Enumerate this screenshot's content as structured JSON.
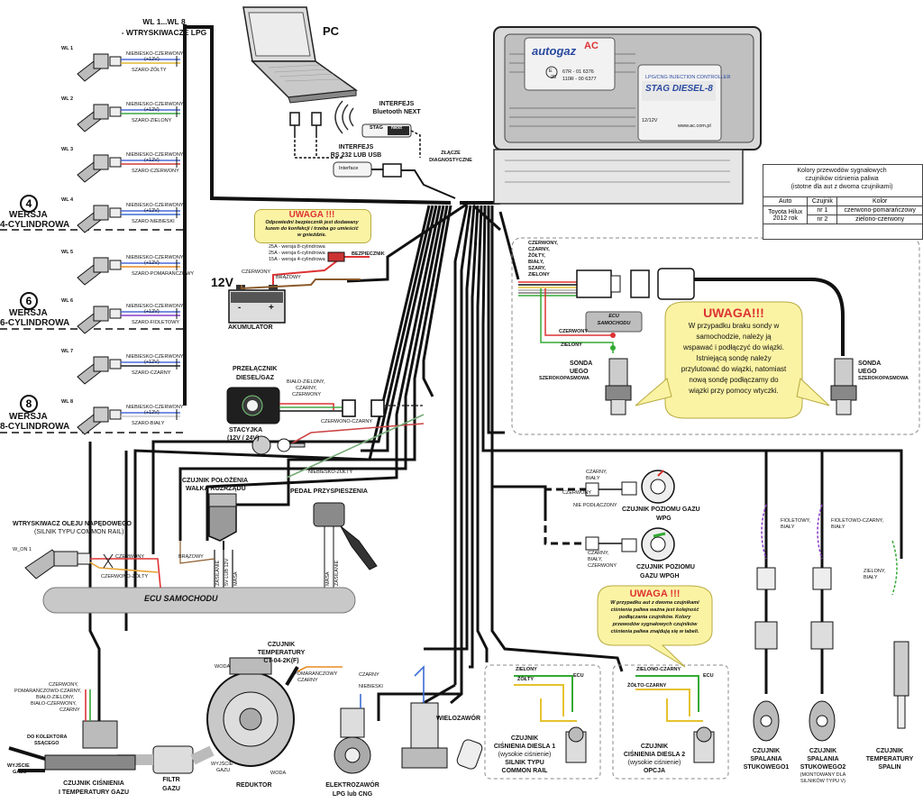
{
  "top": {
    "wl_title": "WL 1...WL 8",
    "wl_subtitle": "- WTRYSKIWACZE LPG",
    "pc": "PC",
    "interfejs_bt_1": "INTERFEJS",
    "interfejs_bt_2": "Bluetooth NEXT",
    "interfejs_rs_1": "INTERFEJS",
    "interfejs_rs_2": "RS 232 LUB USB",
    "zlacze_1": "ZŁĄCZE",
    "zlacze_2": "DIAGNOSTYCZNE"
  },
  "injectors": [
    {
      "label": "WL 1",
      "wire1": "NIEBIESKO-CZERWONY",
      "wire1b": "(+12V)",
      "wire2": "SZARO-ŻÓŁTY",
      "color": "#e0b830"
    },
    {
      "label": "WL 2",
      "wire1": "NIEBIESKO-CZERWONY",
      "wire1b": "(+12V)",
      "wire2": "SZARO-ZIELONY",
      "color": "#3aa545"
    },
    {
      "label": "WL 3",
      "wire1": "NIEBIESKO-CZERWONY",
      "wire1b": "(+12V)",
      "wire2": "SZARO-CZERWONY",
      "color": "#d23a3a"
    },
    {
      "label": "WL 4",
      "wire1": "NIEBIESKO-CZERWONY",
      "wire1b": "(+12V)",
      "wire2": "SZARO-NIEBIESKI",
      "color": "#3a6ed2"
    },
    {
      "label": "WL 5",
      "wire1": "NIEBIESKO-CZERWONY",
      "wire1b": "(+12V)",
      "wire2": "SZARO-POMARAŃCZOWY",
      "color": "#e88a20"
    },
    {
      "label": "WL 6",
      "wire1": "NIEBIESKO-CZERWONY",
      "wire1b": "(+12V)",
      "wire2": "SZARO-FIOLETOWY",
      "color": "#8a3ac8"
    },
    {
      "label": "WL 7",
      "wire1": "NIEBIESKO-CZERWONY",
      "wire1b": "(+12V)",
      "wire2": "SZARO-CZARNY",
      "color": "#222222"
    },
    {
      "label": "WL 8",
      "wire1": "NIEBIESKO-CZERWONY",
      "wire1b": "(+12V)",
      "wire2": "SZARO-BIAŁY",
      "color": "#cccccc"
    }
  ],
  "versions": [
    {
      "num": "4",
      "line1": "WERSJA",
      "line2": "4-CYLINDROWA"
    },
    {
      "num": "6",
      "line1": "WERSJA",
      "line2": "6-CYLINDROWA"
    },
    {
      "num": "8",
      "line1": "WERSJA",
      "line2": "8-CYLINDROWA"
    }
  ],
  "controller": {
    "brand": "autogaz",
    "brand_suffix": "AC",
    "cert1": "67R - 01 6376",
    "cert2": "110R - 00 6377",
    "e_mark": "E",
    "e_num": "20",
    "line_small": "LPG/CNG INJECTION CONTROLLER",
    "model": "STAG DIESEL-8",
    "volt": "12/12V",
    "url": "www.ac.com.pl",
    "next_label": "Next",
    "stag_label": "STAG",
    "rs_label": "Interface"
  },
  "colors_table": {
    "title1": "Kolory przewodów sygnałowych",
    "title2": "czujników ciśnienia paliwa",
    "title3": "(istotne dla aut z dwoma czujnikami)",
    "h_auto": "Auto",
    "h_czujnik": "Czujnik",
    "h_kolor": "Kolor",
    "car1": "Toyota Hilux",
    "car2": "2012 rok",
    "r1_sensor": "nr 1",
    "r1_color": "czerwono-pomarańczowy",
    "r2_sensor": "nr 2",
    "r2_color": "zielono-czerwony"
  },
  "uwaga1": {
    "title": "UWAGA !!!",
    "l1": "Odpowiedni bezpiecznik jest dodawany",
    "l2": "luzem do konfekcji i trzeba go umieścić",
    "l3": "w gnieździe."
  },
  "fuse": {
    "l1": "25A - wersja 8-cylindrowa",
    "l2": "25A - wersja 6-cylindrowa",
    "l3": "15A - wersja 4-cylindrowa",
    "bezpiecznik": "BEZPIECZNIK",
    "czerwony": "CZERWONY",
    "brazowy": "BRĄZOWY"
  },
  "battery": {
    "volt": "12V",
    "label": "AKUMULATOR",
    "minus": "-",
    "plus": "+"
  },
  "probe_box": {
    "wires1": "CZERWONY,",
    "wires2": "CZARNY,",
    "wires3": "ŻÓŁTY,",
    "wires4": "BIAŁY,",
    "wires5": "SZARY,",
    "wires6": "ZIELONY",
    "ecu1": "ECU",
    "ecu2": "SAMOCHODU",
    "czerwony": "CZERWONY",
    "zielony": "ZIELONY",
    "sonda1": "SONDA",
    "sonda2": "UEGO",
    "sonda3": "SZEROKOPASMOWA",
    "sondaR1": "SONDA",
    "sondaR2": "UEGO",
    "sondaR3": "SZEROKOPASMOWA"
  },
  "uwaga2": {
    "title": "UWAGA!!!",
    "l1": "W przypadku braku sondy w",
    "l2": "samochodzie, należy ją",
    "l3": "wspawać i podłączyć do wiązki.",
    "l4": "Istniejącą sondę należy",
    "l5": "przylutować do wiązki, natomiast",
    "l6": "nową sondę podłączamy do",
    "l7": "wiązki przy pomocy wtyczki."
  },
  "switch": {
    "title1": "PRZEŁĄCZNIK",
    "title2": "DIESEL/GAZ",
    "wires1": "BIAŁO-ZIELONY,",
    "wires2": "CZARNY,",
    "wires3": "CZERWONY",
    "stacyjka1": "STACYJKA",
    "stacyjka2": "(12V / 24V)",
    "czerwono_czarny": "CZERWONO-CZARNY",
    "niebiesko_zolty": "NIEBIESKO-ŻÓŁTY"
  },
  "camshaft": {
    "l1": "CZUJNIK POŁOŻENIA",
    "l2": "WAŁKA ROZRZĄDU",
    "brazowy": "BRĄZOWY",
    "zasilanie": "ZASILANIE",
    "svlub": "5V LUB 12V",
    "masa": "MASA"
  },
  "pedal": {
    "label": "PEDAŁ PRZYSPIESZENIA",
    "masa": "MASA",
    "zasilanie": "ZASILANIE"
  },
  "oil_injector": {
    "l1": "WTRYSKIWACZ OLEJU NAPĘDOWEGO",
    "l2": "(SILNIK TYPU COMMON RAIL)",
    "won": "W_ON 1",
    "czerwony": "CZERWONY",
    "czerwono_zolty": "CZERWONO-ŻÓŁTY"
  },
  "ecu_samochodu": "ECU SAMOCHODU",
  "level": {
    "czarny_bialy1": "CZARNY,",
    "czarny_bialy2": "BIAŁY",
    "czerwony": "CZERWONY",
    "nie": "NIE PODŁĄCZONY",
    "wpg1": "CZUJNIK POZIOMU GAZU",
    "wpg2": "WPG",
    "cz3a": "CZARNY,",
    "cz3b": "BIAŁY,",
    "cz3c": "CZERWONY",
    "wpgh1": "CZUJNIK POZIOMU",
    "wpgh2": "GAZU WPGH"
  },
  "uwaga3": {
    "title": "UWAGA !!!",
    "l1": "W przypadku aut z dwoma czujnikami",
    "l2": "ciśnienia paliwa ważna jest kolejność",
    "l3": "podłączania czujników. Kolory",
    "l4": "przewodów sygnałowych czujników",
    "l5": "ciśnienia paliwa znajdują się w tabeli."
  },
  "knock": {
    "fc1": "FIOLETOWY,",
    "fc2": "BIAŁY",
    "fc3": "FIOLETOWO-CZARNY,",
    "fc4": "BIAŁY",
    "zb1": "ZIELONY,",
    "zb2": "BIAŁY",
    "k1a": "CZUJNIK",
    "k1b": "SPALANIA",
    "k1c": "STUKOWEGO1",
    "k2a": "CZUJNIK",
    "k2b": "SPALANIA",
    "k2c": "STUKOWEGO2",
    "k2d": "(MONTOWANY DLA",
    "k2e": "SILNIKÓW TYPU V)",
    "t1": "CZUJNIK",
    "t2": "TEMPERATURY",
    "t3": "SPALIN"
  },
  "diesel_press": {
    "zielony": "ZIELONY",
    "zolty": "ŻÓŁTY",
    "ecu": "ECU",
    "l1": "CZUJNIK",
    "l2": "CIŚNIENIA DIESLA 1",
    "l3": "(wysokie ciśnienie)",
    "l4": "SILNIK TYPU",
    "l5": "COMMON RAIL",
    "zc": "ZIELONO-CZARNY",
    "zc2": "ŻÓŁTO-CZARNY",
    "ecu2": "ECU",
    "m1": "CZUJNIK",
    "m2": "CIŚNIENIA DIESLA 2",
    "m3": "(wysokie ciśnienie)",
    "m4": "OPCJA"
  },
  "bottom": {
    "temp1": "CZUJNIK",
    "temp2": "TEMPERATURY",
    "temp3": "CT-04-2K(F)",
    "woda": "WODA",
    "pomcz1": "POMARAŃCZOWY",
    "pomcz2": "CZARNY",
    "czarny": "CZARNY",
    "niebieski": "NIEBIESKI",
    "wires1": "CZERWONY,",
    "wires2": "POMARAŃCZOWO-CZARNY,",
    "wires3": "BIAŁO-ZIELONY,",
    "wires4": "BIAŁO-CZERWONY,",
    "wires5": "CZARNY",
    "do_kol1": "DO KOLEKTORA",
    "do_kol2": "SSĄCEGO",
    "wyjscie": "WYJŚCIE",
    "gazu": "GAZU",
    "czc1": "CZUJNIK CIŚNIENIA",
    "czc2": "I TEMPERATURY GAZU",
    "filtr1": "FILTR",
    "filtr2": "GAZU",
    "wyjscie2a": "WYJŚCIE",
    "wyjscie2b": "GAZU",
    "reduktor": "REDUKTOR",
    "woda2": "WODA",
    "elektro1": "ELEKTROZAWÓR",
    "elektro2": "LPG lub CNG",
    "wielozawor": "WIELOZAWÓR"
  }
}
